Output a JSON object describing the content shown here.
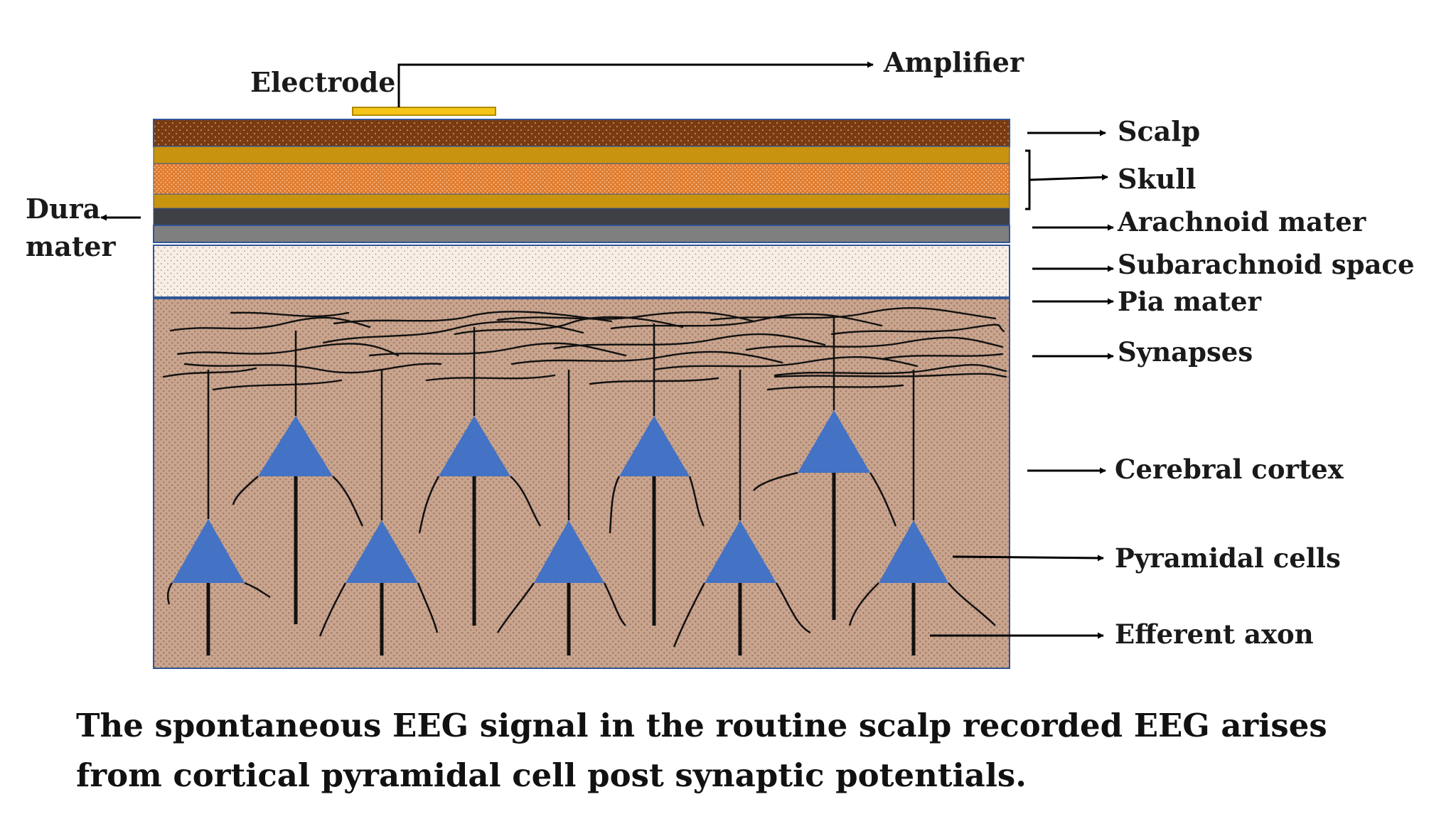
{
  "labels": {
    "electrode": "Electrode",
    "amplifier": "Amplifier",
    "scalp": "Scalp",
    "skull": "Skull",
    "dura_line1": "Dura",
    "dura_line2": "mater",
    "arachnoid": "Arachnoid mater",
    "subarachnoid": "Subarachnoid space",
    "pia": "Pia mater",
    "synapses": "Synapses",
    "cortex": "Cerebral cortex",
    "pyramidal": "Pyramidal cells",
    "axon": "Efferent axon"
  },
  "caption": "The spontaneous EEG signal in the routine scalp recorded EEG arises from cortical pyramidal cell post synaptic potentials.",
  "colors": {
    "scalp": "#7a3a12",
    "skull_compact": "#c8930e",
    "skull_spongy": "#e07b2e",
    "dura": "#3f3f46",
    "arachnoid": "#7f7f7f",
    "subarachnoid": "#f6efe9",
    "cortex": "#c9a58f",
    "pyramidal_cell": "#4472c4",
    "electrode": "#f5c518",
    "border": "#2f5597"
  },
  "icons": {
    "pyramidal": "triangle",
    "arrow": "right-arrow"
  }
}
